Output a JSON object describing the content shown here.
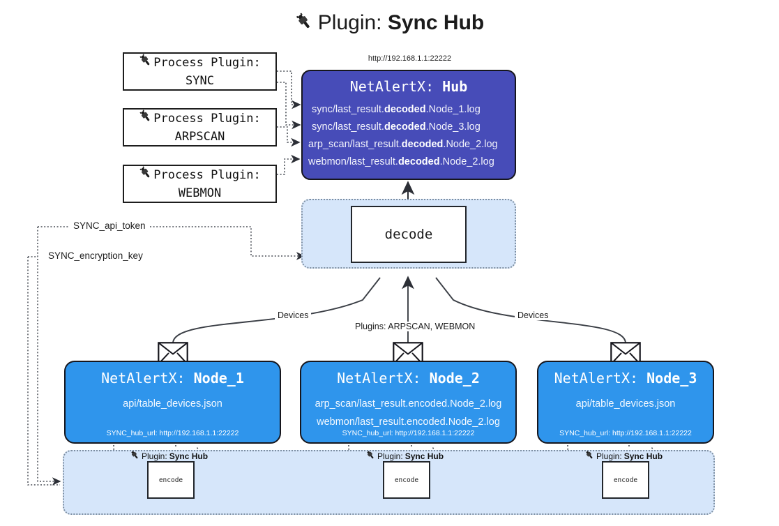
{
  "title": {
    "icon": "plug-icon",
    "prefix": "Plugin:",
    "name": "Sync Hub"
  },
  "hub": {
    "url": "http://192.168.1.1:22222",
    "title_prefix": "NetAlertX:",
    "title_name": "Hub",
    "loglines": [
      {
        "pre": "sync/last_result.",
        "em": "decoded",
        "post": ".Node_1.log"
      },
      {
        "pre": "sync/last_result.",
        "em": "decoded",
        "post": ".Node_3.log"
      },
      {
        "pre": "arp_scan/last_result.",
        "em": "decoded",
        "post": ".Node_2.log"
      },
      {
        "pre": "webmon/last_result.",
        "em": "decoded",
        "post": ".Node_2.log"
      }
    ]
  },
  "process_plugins": [
    {
      "line1": "Process Plugin:",
      "line2": "SYNC",
      "icon": "plug-icon"
    },
    {
      "line1": "Process Plugin:",
      "line2": "ARPSCAN",
      "icon": "plug-icon"
    },
    {
      "line1": "Process Plugin:",
      "line2": "WEBMON",
      "icon": "plug-icon"
    }
  ],
  "params": {
    "api_token": "SYNC_api_token",
    "encryption_key": "SYNC_encryption_key"
  },
  "decode": {
    "band_label": "",
    "box_label": "decode"
  },
  "edge_labels": {
    "devices_left": "Devices",
    "devices_right": "Devices",
    "plugins_center": "Plugins: ARPSCAN, WEBMON"
  },
  "nodes": [
    {
      "title_prefix": "NetAlertX:",
      "title_name": "Node_1",
      "lines": [
        "api/table_devices.json"
      ],
      "footer": "SYNC_hub_url: http://192.168.1.1:22222",
      "envelope_icon": "envelope-icon"
    },
    {
      "title_prefix": "NetAlertX:",
      "title_name": "Node_2",
      "lines": [
        "arp_scan/last_result.encoded.Node_2.log",
        "webmon/last_result.encoded.Node_2.log"
      ],
      "footer": "SYNC_hub_url: http://192.168.1.1:22222",
      "envelope_icon": "envelope-icon"
    },
    {
      "title_prefix": "NetAlertX:",
      "title_name": "Node_3",
      "lines": [
        "api/table_devices.json"
      ],
      "footer": "SYNC_hub_url: http://192.168.1.1:22222",
      "envelope_icon": "envelope-icon"
    }
  ],
  "encoders": [
    {
      "label_prefix": "Plugin:",
      "label_name": "Sync Hub",
      "box_label": "encode",
      "icon": "plug-icon"
    },
    {
      "label_prefix": "Plugin:",
      "label_name": "Sync Hub",
      "box_label": "encode",
      "icon": "plug-icon"
    },
    {
      "label_prefix": "Plugin:",
      "label_name": "Sync Hub",
      "box_label": "encode",
      "icon": "plug-icon"
    }
  ],
  "colors": {
    "hub": "#474cb8",
    "node": "#2f95ec",
    "band": "#d6e6fa",
    "stroke": "#16161d",
    "dotted": "#7d8ea1"
  }
}
